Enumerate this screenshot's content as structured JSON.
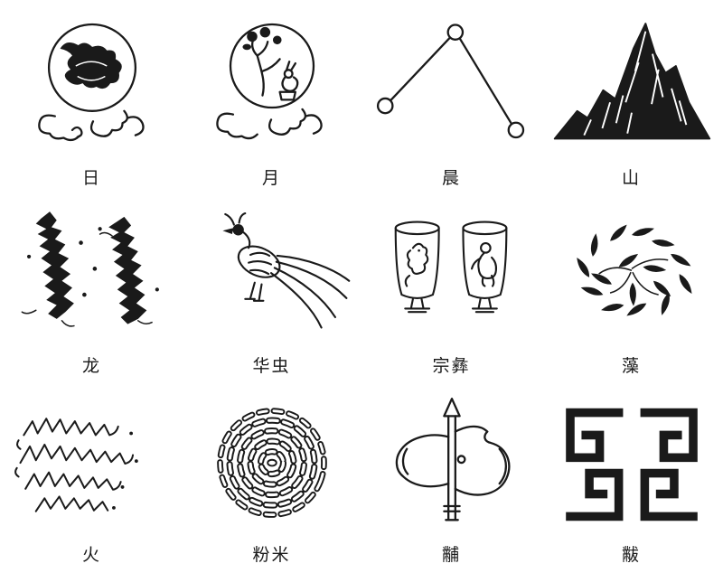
{
  "figure": {
    "colors": {
      "ink": "#1a1a1a",
      "background": "#ffffff"
    },
    "items": [
      {
        "name": "sun",
        "label": "日"
      },
      {
        "name": "moon",
        "label": "月"
      },
      {
        "name": "stars",
        "label": "晨"
      },
      {
        "name": "mountain",
        "label": "山"
      },
      {
        "name": "dragon",
        "label": "龙"
      },
      {
        "name": "pheasant",
        "label": "华虫"
      },
      {
        "name": "ritual-vessels",
        "label": "宗彝"
      },
      {
        "name": "algae",
        "label": "藻"
      },
      {
        "name": "fire",
        "label": "火"
      },
      {
        "name": "rice-grains",
        "label": "粉米"
      },
      {
        "name": "axe",
        "label": "黼"
      },
      {
        "name": "fu-pattern",
        "label": "黻"
      }
    ]
  }
}
